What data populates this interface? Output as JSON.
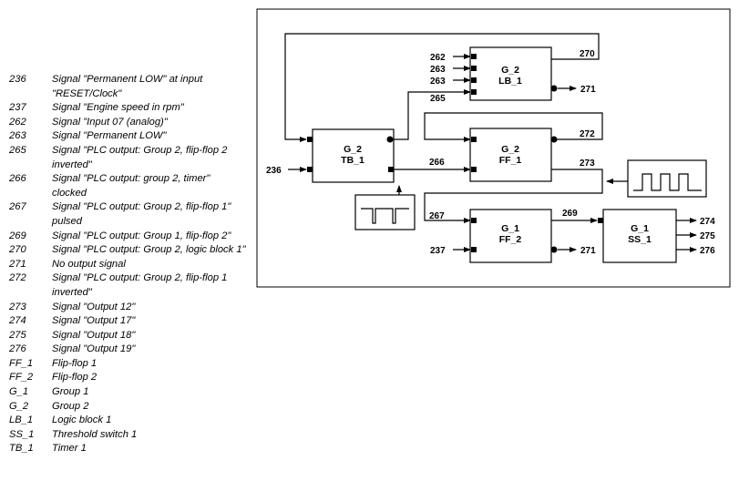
{
  "legend": [
    {
      "code": "236",
      "desc": "Signal \"Permanent LOW\" at input \"RESET/Clock\""
    },
    {
      "code": "237",
      "desc": "Signal \"Engine speed in rpm\""
    },
    {
      "code": "262",
      "desc": "Signal \"Input 07 (analog)\""
    },
    {
      "code": "263",
      "desc": "Signal \"Permanent LOW\""
    },
    {
      "code": "265",
      "desc": "Signal \"PLC output: Group 2, flip-flop 2 inverted\""
    },
    {
      "code": "266",
      "desc": "Signal \"PLC output: group 2, timer\" clocked"
    },
    {
      "code": "267",
      "desc": "Signal \"PLC output: Group 2, flip-flop 1\" pulsed"
    },
    {
      "code": "269",
      "desc": "Signal \"PLC output: Group 1, flip-flop 2\""
    },
    {
      "code": "270",
      "desc": "Signal \"PLC output: Group 2, logic block 1\""
    },
    {
      "code": "271",
      "desc": "No output signal"
    },
    {
      "code": "272",
      "desc": "Signal \"PLC output: Group 2, flip-flop 1 inverted\""
    },
    {
      "code": "273",
      "desc": "Signal \"Output 12\""
    },
    {
      "code": "274",
      "desc": "Signal \"Output 17\""
    },
    {
      "code": "275",
      "desc": "Signal \"Output 18\""
    },
    {
      "code": "276",
      "desc": "Signal \"Output 19\""
    },
    {
      "code": "FF_1",
      "desc": "Flip-flop 1"
    },
    {
      "code": "FF_2",
      "desc": "Flip-flop 2"
    },
    {
      "code": "G_1",
      "desc": "Group 1"
    },
    {
      "code": "G_2",
      "desc": "Group 2"
    },
    {
      "code": "LB_1",
      "desc": "Logic block 1"
    },
    {
      "code": "SS_1",
      "desc": "Threshold switch 1"
    },
    {
      "code": "TB_1",
      "desc": "Timer 1"
    }
  ],
  "blocks": {
    "lb1": {
      "group": "G_2",
      "name": "LB_1"
    },
    "tb1": {
      "group": "G_2",
      "name": "TB_1"
    },
    "ff1_g2": {
      "group": "G_2",
      "name": "FF_1"
    },
    "ff2_g1": {
      "group": "G_1",
      "name": "FF_2"
    },
    "ss1": {
      "group": "G_1",
      "name": "SS_1"
    }
  },
  "signals": {
    "s236": "236",
    "s237": "237",
    "s262": "262",
    "s263a": "263",
    "s263b": "263",
    "s265": "265",
    "s266": "266",
    "s267": "267",
    "s269": "269",
    "s270": "270",
    "s271a": "271",
    "s271b": "271",
    "s272": "272",
    "s273": "273",
    "s274": "274",
    "s275": "275",
    "s276": "276"
  }
}
